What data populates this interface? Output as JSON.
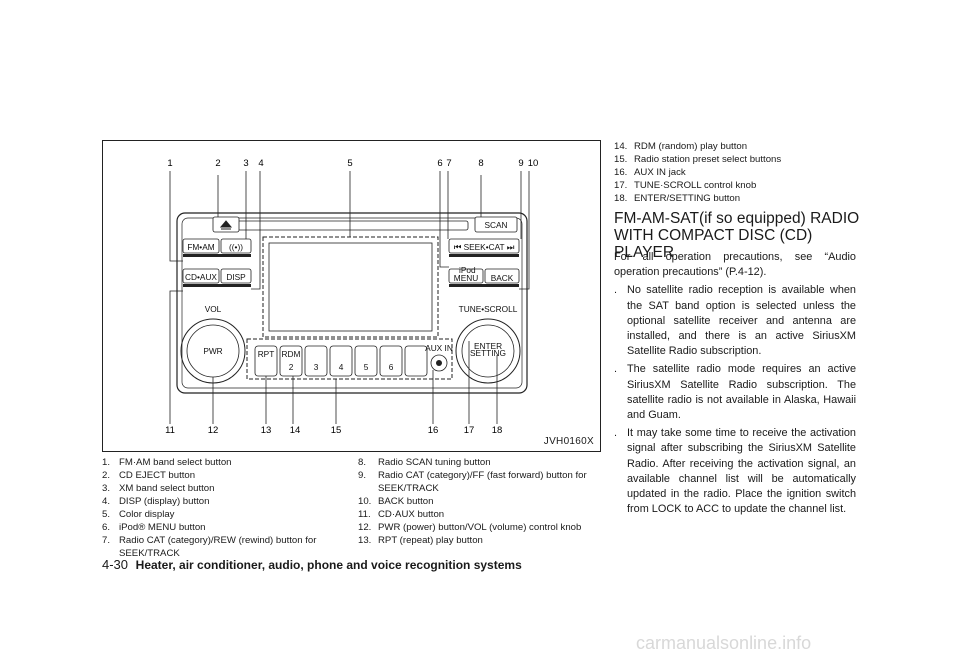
{
  "figure": {
    "code": "JVH0160X",
    "callout_numbers_top": [
      "1",
      "2",
      "3",
      "4",
      "5",
      "6",
      "7",
      "8",
      "9",
      "10"
    ],
    "callout_numbers_bottom": [
      "11",
      "12",
      "13",
      "14",
      "15",
      "16",
      "17",
      "18"
    ],
    "unit_labels": {
      "fm_am": "FM•AM",
      "cd_aux": "CD•AUX",
      "disp": "DISP",
      "vol": "VOL",
      "pwr": "PWR",
      "scan": "SCAN",
      "seek_cat": "SEEK•CAT",
      "ipod": "iPod",
      "menu": "MENU",
      "back": "BACK",
      "tune_scroll": "TUNE•SCROLL",
      "rpt": "RPT",
      "rdm": "RDM",
      "presets": [
        "2",
        "3",
        "4",
        "5",
        "6"
      ],
      "aux_in": "AUX IN",
      "enter": "ENTER",
      "setting": "SETTING"
    }
  },
  "legend_col1": [
    {
      "n": "1.",
      "t": "FM·AM band select button"
    },
    {
      "n": "2.",
      "t": "CD EJECT button"
    },
    {
      "n": "3.",
      "t": "XM band select button"
    },
    {
      "n": "4.",
      "t": "DISP (display) button"
    },
    {
      "n": "5.",
      "t": "Color display"
    },
    {
      "n": "6.",
      "t": "iPod® MENU button"
    },
    {
      "n": "7.",
      "t": "Radio CAT (category)/REW (rewind) button for SEEK/TRACK"
    }
  ],
  "legend_col2": [
    {
      "n": "8.",
      "t": "Radio SCAN tuning button"
    },
    {
      "n": "9.",
      "t": "Radio CAT (category)/FF (fast forward) button for SEEK/TRACK"
    },
    {
      "n": "10.",
      "t": "BACK button"
    },
    {
      "n": "11.",
      "t": "CD·AUX button"
    },
    {
      "n": "12.",
      "t": "PWR (power) button/VOL (volume) control knob"
    },
    {
      "n": "13.",
      "t": "RPT (repeat) play button"
    }
  ],
  "legend_col3": [
    {
      "n": "14.",
      "t": "RDM (random) play button"
    },
    {
      "n": "15.",
      "t": "Radio station preset select buttons"
    },
    {
      "n": "16.",
      "t": "AUX IN jack"
    },
    {
      "n": "17.",
      "t": "TUNE·SCROLL control knob"
    },
    {
      "n": "18.",
      "t": "ENTER/SETTING button"
    }
  ],
  "section": {
    "heading": "FM-AM-SAT(if so equipped) RADIO WITH COMPACT DISC (CD) PLAYER",
    "intro": "For all operation precautions, see “Audio operation precautions” (P.4-12).",
    "bullets": [
      "No satellite radio reception is available when the SAT band option is selected unless the optional satellite receiver and antenna are installed, and there is an active SiriusXM Satellite Radio subscription.",
      "The satellite radio mode requires an active SiriusXM Satellite Radio subscription. The satellite radio is not available in Alaska, Hawaii and Guam.",
      "It may take some time to receive the activation signal after subscribing the SiriusXM Satellite Radio. After receiving the activation signal, an available channel list will be automatically updated in the radio. Place the ignition switch from LOCK to ACC to update the channel list."
    ]
  },
  "footer": {
    "page_number": "4-30",
    "title": "Heater, air conditioner, audio, phone and voice recognition systems"
  },
  "watermark": "carmanualsonline.info"
}
